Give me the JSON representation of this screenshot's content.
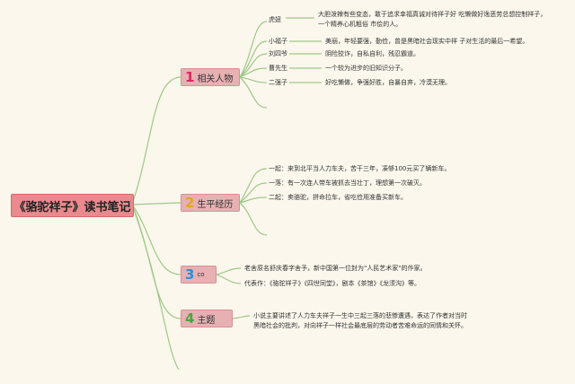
{
  "root": {
    "title": "《骆驼祥子》读书笔记"
  },
  "branches": [
    {
      "number": "1",
      "label": "相关人物",
      "people": [
        {
          "name": "虎妞",
          "desc": "大胆泼辣有些变态，敢于追求幸福真诚对待祥子好 吃懒做好逸恶劳总想控制祥子，一个精养心机粗俗 市侩的人。"
        },
        {
          "name": "小福子",
          "desc": "美丽，年轻要强，勤俭，曾是黑暗社会现实中祥 子对生活的最后一希望。"
        },
        {
          "name": "刘四爷",
          "desc": "阴险狡诈，自私自利，残忍霸道。"
        },
        {
          "name": "曹先生",
          "desc": "一个较为进步的旧知识分子。"
        },
        {
          "name": "二强子",
          "desc": "好吃懒做，争强好胜，自暴自弃，冷漠无理。"
        }
      ]
    },
    {
      "number": "2",
      "label": "生平经历",
      "items": [
        "一起：来到北平当人力车夫，苦干三年，凑够100元买了辆新车。",
        "一落：有一次连人带车被抓去当壮丁，理想第一次破灭。",
        "二起：卖骆驼，拼命拉车，省吃俭用准备买新车。"
      ]
    },
    {
      "number": "3",
      "label": "co",
      "items": [
        "老舍原名舒庆春字舍予，新中国第一位封为\"人民艺术家\"的作家。",
        "代表作：《骆驼祥子》《四世同堂》，剧本《茶馆》《龙须沟》等。"
      ]
    },
    {
      "number": "4",
      "label": "主题",
      "items": [
        "小说主要讲述了人力车夫祥子一生中三起三落的悲惨遭遇，表达了作者对当时黑暗社会的批判，对向祥子一样社会最底层的劳动者苦难命运的同情和关怀。"
      ]
    }
  ],
  "colors": {
    "root_bg": "#e98a8f",
    "topic_bg": "#e7b0b3",
    "line": "#9fc78a",
    "background": "#fbf7ec",
    "num1": "#e0245e",
    "num2": "#e0a81b",
    "num3": "#2a8fd6",
    "num4": "#4aa53c"
  }
}
